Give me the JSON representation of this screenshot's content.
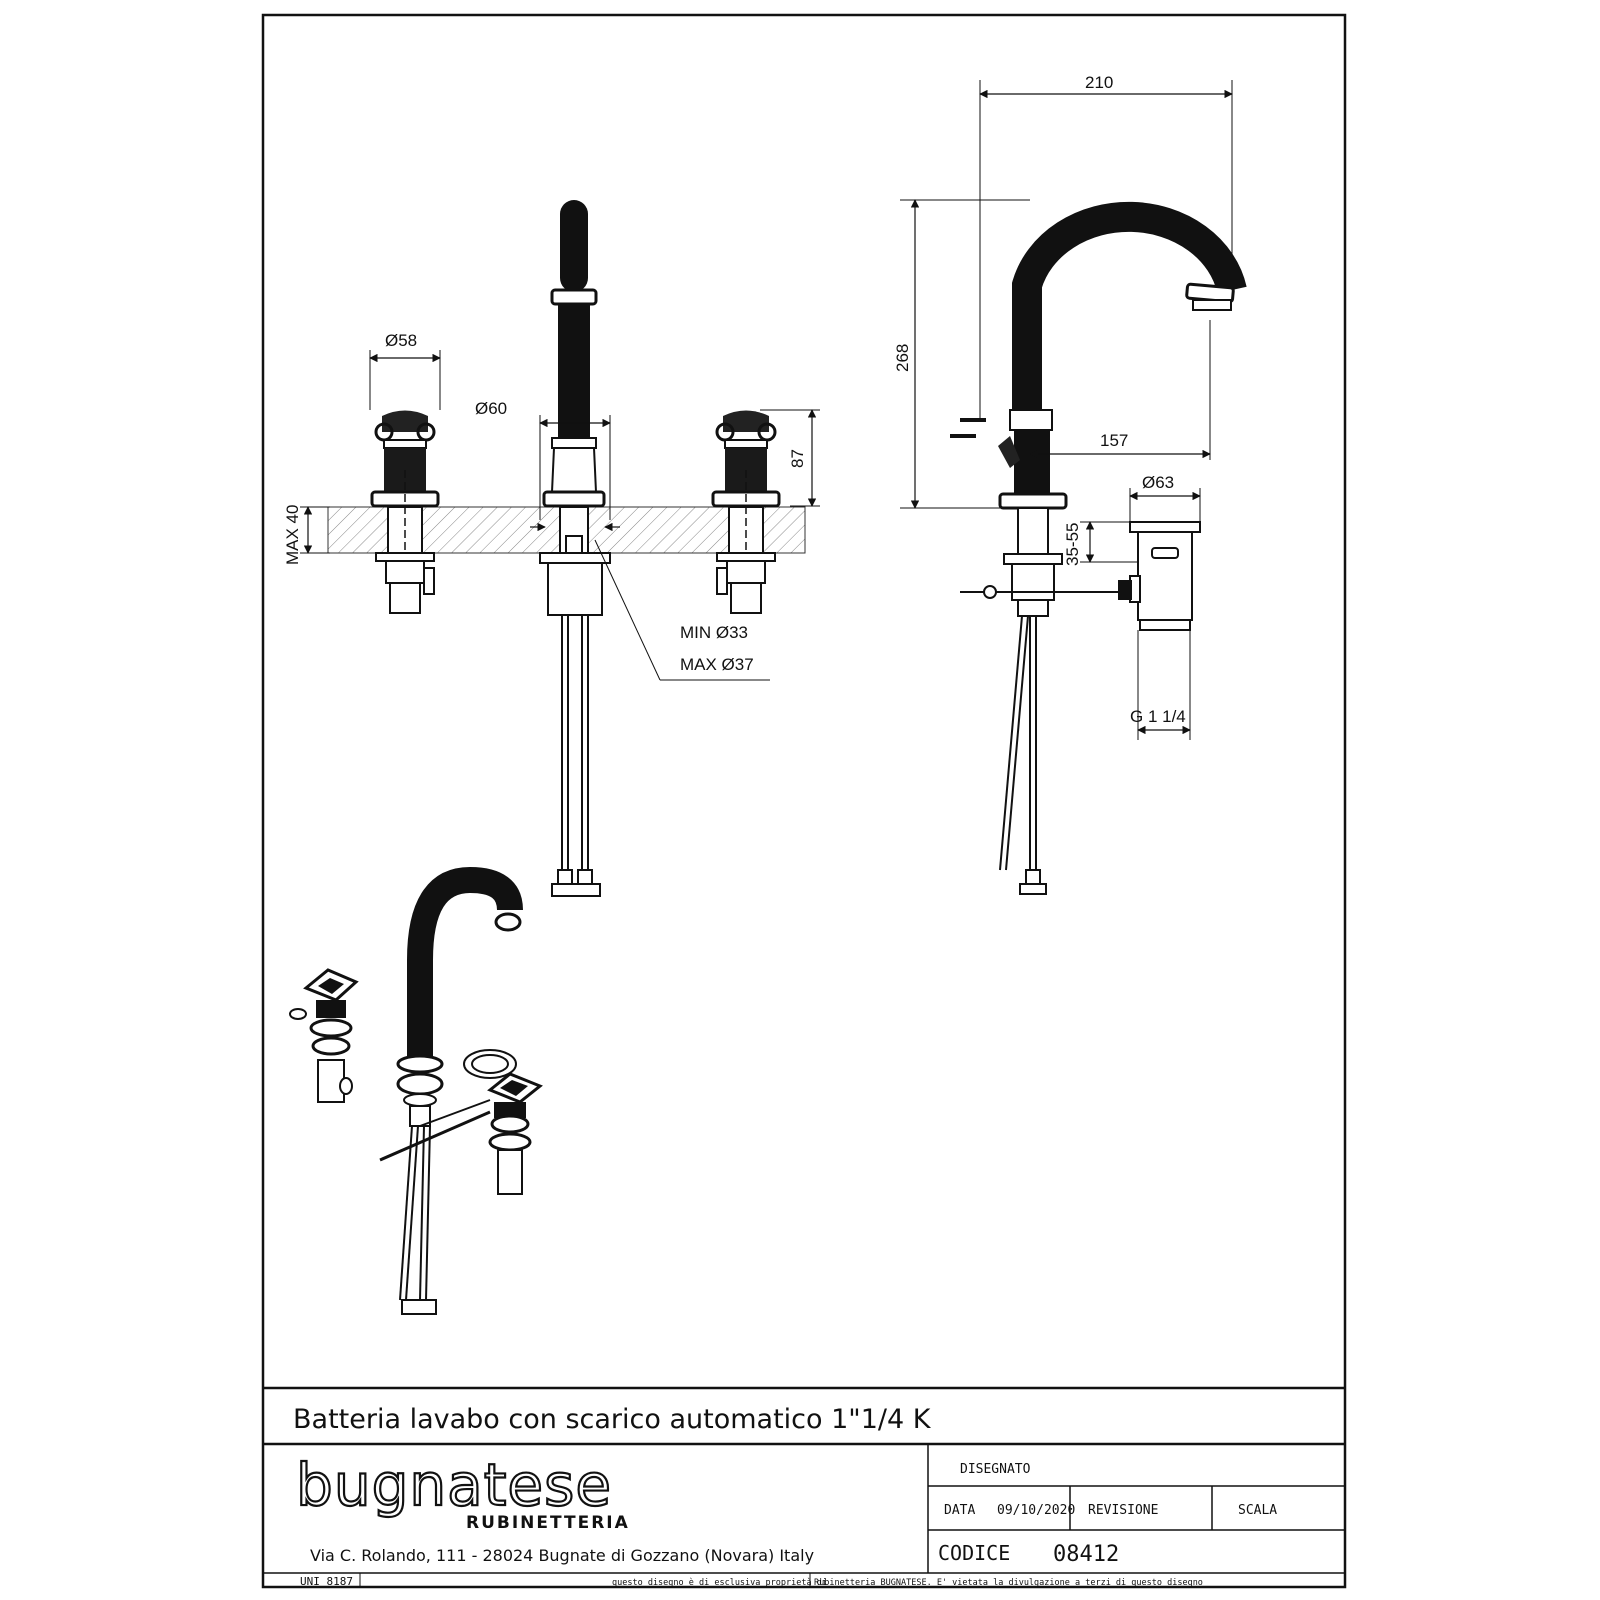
{
  "drawing": {
    "dimensions": {
      "d58": "Ø58",
      "d60": "Ø60",
      "h87": "87",
      "max40": "MAX 40",
      "min33": "MIN Ø33",
      "max37": "MAX Ø37",
      "w210": "210",
      "h268": "268",
      "w157": "157",
      "d63": "Ø63",
      "r3555": "35-55",
      "g114": "G 1 1/4"
    }
  },
  "title_block": {
    "title": "Batteria lavabo con scarico automatico 1\"1/4 K",
    "brand": "bugnatese",
    "brand_sub": "RUBINETTERIA",
    "address": "Via C. Rolando, 111 - 28024 Bugnate di Gozzano (Novara) Italy",
    "uni": "UNI 8187",
    "disegnato_label": "DISEGNATO",
    "data_label": "DATA",
    "data_value": "09/10/2020",
    "revisione_label": "REVISIONE",
    "scala_label": "SCALA",
    "codice_label": "CODICE",
    "codice_value": "08412",
    "disclaimer_a": "questo disegno è di esclusiva proprietà di",
    "disclaimer_b": "Rubinetteria BUGNATESE. E' vietata la divulgazione a terzi di questo disegno"
  }
}
